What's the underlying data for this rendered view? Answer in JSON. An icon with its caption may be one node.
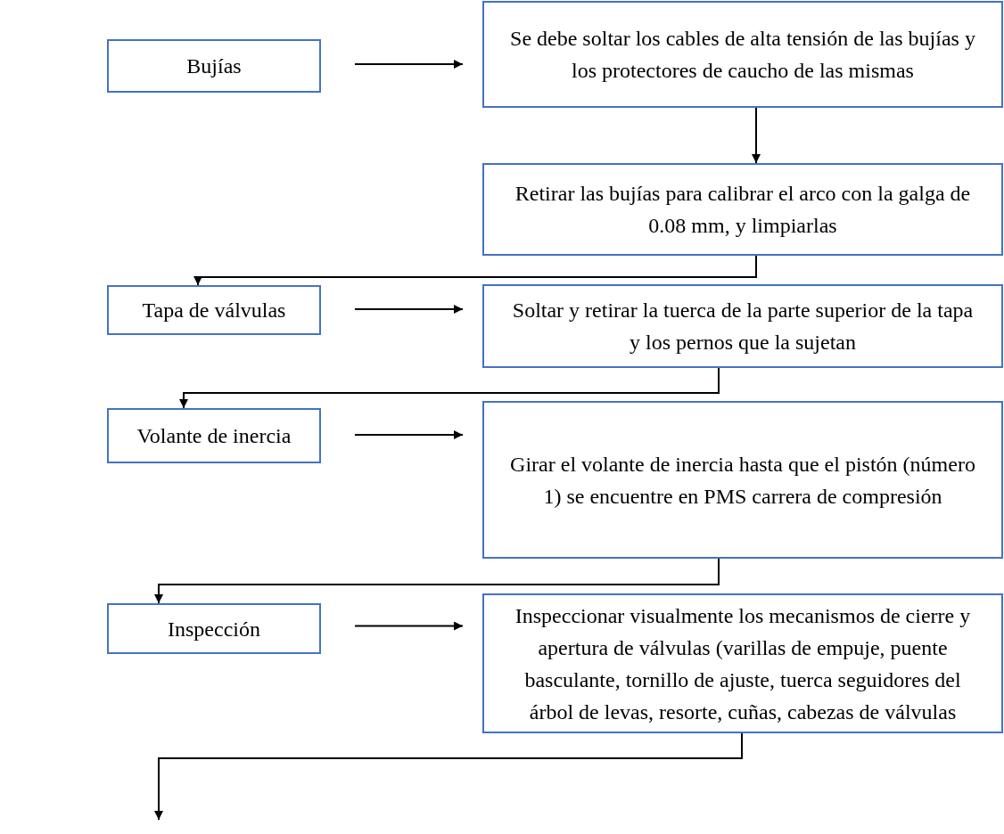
{
  "diagram": {
    "nodes": [
      {
        "text": [
          "Bujías"
        ]
      },
      {
        "text": [
          "Se debe soltar los cables de alta tensión de las bujías y los protectores de caucho de las mismas"
        ]
      },
      {
        "text": [
          "Retirar las bujías para calibrar el arco con la galga de 0.08 mm, y  limpiarlas"
        ]
      },
      {
        "text": [
          "Tapa de válvulas"
        ]
      },
      {
        "text": [
          "Soltar y retirar la tuerca de la parte superior de la tapa y los pernos que la sujetan"
        ]
      },
      {
        "text": [
          "Volante de inercia"
        ]
      },
      {
        "text": [
          "Girar el volante de inercia hasta que el pistón (número 1) se encuentre en PMS carrera de compresión"
        ]
      },
      {
        "text": [
          "Inspección"
        ]
      },
      {
        "text": [
          "Inspeccionar visualmente los mecanismos de cierre y apertura de válvulas (varillas de empuje, puente basculante, tornillo de ajuste, tuerca seguidores del árbol de levas, resorte, cuñas, cabezas de válvulas"
        ]
      }
    ],
    "edges": [
      {
        "from": 0,
        "to": 1,
        "arrow": "to"
      },
      {
        "from": 1,
        "to": 2,
        "arrow": "to"
      },
      {
        "from": 2,
        "to": 3,
        "arrow": "to"
      },
      {
        "from": 3,
        "to": 4,
        "arrow": "to"
      },
      {
        "from": 4,
        "to": 5,
        "arrow": "to"
      },
      {
        "from": 5,
        "to": 6,
        "arrow": "to"
      },
      {
        "from": 6,
        "to": 7,
        "arrow": "to"
      },
      {
        "from": 7,
        "to": 8,
        "arrow": "to"
      },
      {
        "from": 8,
        "to": null,
        "arrow": "to"
      }
    ]
  }
}
